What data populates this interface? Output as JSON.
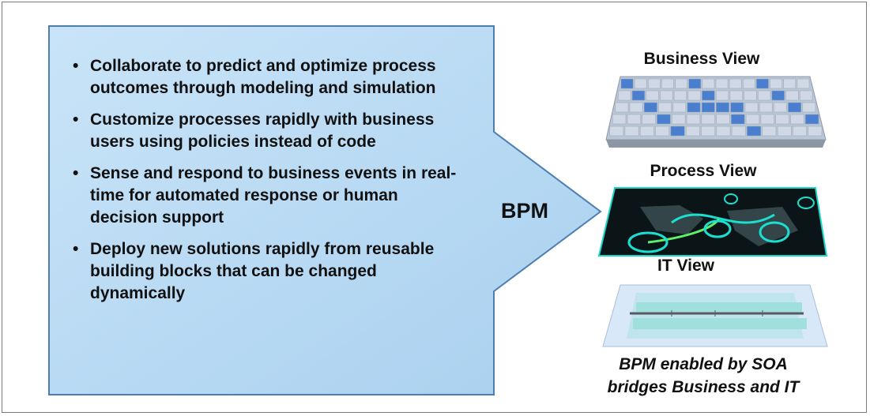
{
  "bullets": [
    "Collaborate to predict and optimize process outcomes through modeling and simulation",
    "Customize processes rapidly with business users using policies instead of code",
    "Sense and respond to business events in real-time for automated response or human decision support",
    "Deploy new solutions rapidly from reusable building blocks that can be changed dynamically"
  ],
  "arrow": {
    "label": "BPM",
    "fill_color": "#bcdcf4",
    "stroke_color": "#4a7fb0"
  },
  "views": {
    "business": {
      "title": "Business View",
      "color": "#4a7fcf"
    },
    "process": {
      "title": "Process View",
      "color": "#19e0d0"
    },
    "it": {
      "title": "IT View",
      "color": "#9fe0dc"
    }
  },
  "caption": {
    "line1": "BPM enabled by SOA",
    "line2": "bridges Business and IT"
  }
}
